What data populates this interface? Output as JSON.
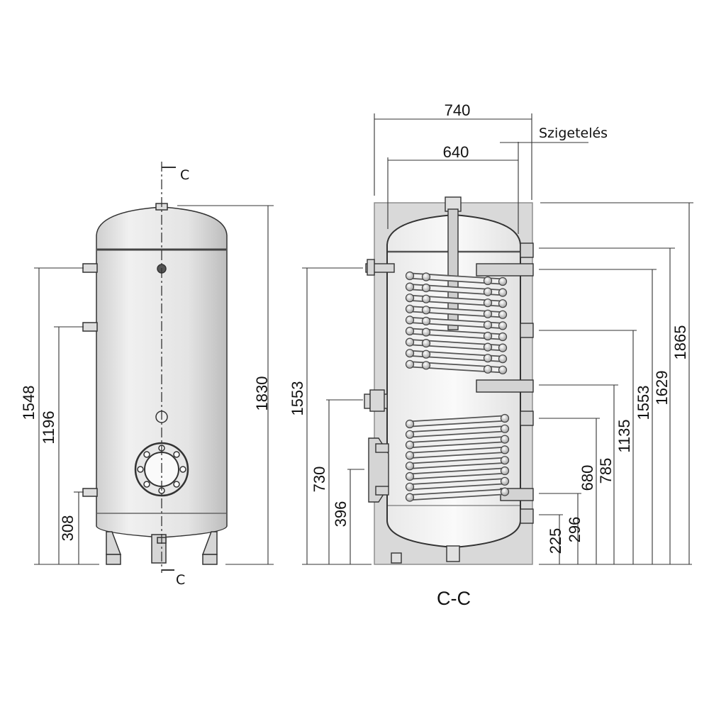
{
  "front_view": {
    "section_marker_top": "C",
    "section_marker_bottom": "C",
    "dim_height": "1830",
    "dim_1548": "1548",
    "dim_1196": "1196",
    "dim_308": "308"
  },
  "section_view": {
    "title": "C-C",
    "dim_740": "740",
    "dim_640": "640",
    "insulation_label": "Szigetelés",
    "dim_left_1553": "1553",
    "dim_730": "730",
    "dim_396": "396",
    "dim_225": "225",
    "dim_296": "296",
    "dim_680": "680",
    "dim_785": "785",
    "dim_1135": "1135",
    "dim_right_1553": "1553",
    "dim_1629": "1629",
    "dim_1865": "1865"
  }
}
